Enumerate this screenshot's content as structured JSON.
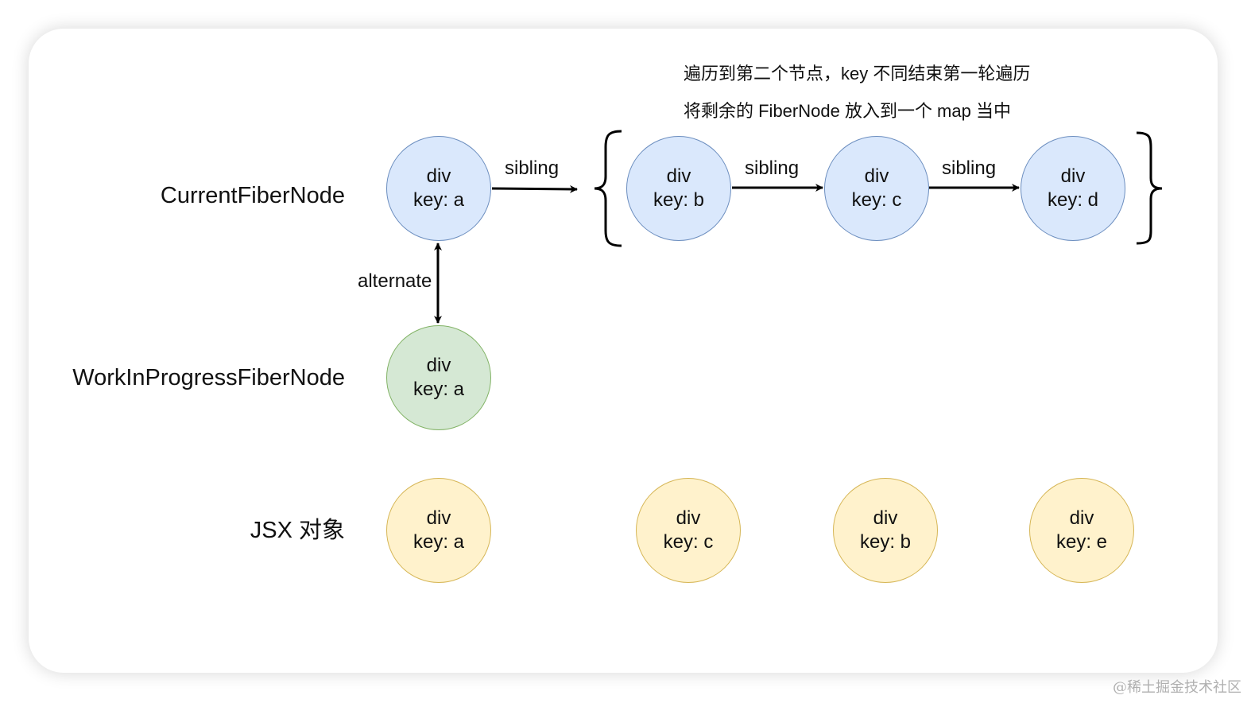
{
  "notes": {
    "line1": "遍历到第二个节点，key 不同结束第一轮遍历",
    "line2": "将剩余的 FiberNode 放入到一个 map 当中"
  },
  "rows": {
    "current": "CurrentFiberNode",
    "wip": "WorkInProgressFiberNode",
    "jsx": "JSX 对象"
  },
  "nodes": {
    "current_a": {
      "type": "div",
      "key": "key: a"
    },
    "current_b": {
      "type": "div",
      "key": "key: b"
    },
    "current_c": {
      "type": "div",
      "key": "key: c"
    },
    "current_d": {
      "type": "div",
      "key": "key: d"
    },
    "wip_a": {
      "type": "div",
      "key": "key: a"
    },
    "jsx_a": {
      "type": "div",
      "key": "key: a"
    },
    "jsx_c": {
      "type": "div",
      "key": "key: c"
    },
    "jsx_b": {
      "type": "div",
      "key": "key: b"
    },
    "jsx_e": {
      "type": "div",
      "key": "key: e"
    }
  },
  "edges": {
    "sibling_1": "sibling",
    "sibling_2": "sibling",
    "sibling_3": "sibling",
    "alternate": "alternate"
  },
  "colors": {
    "current_fill": "#dae8fc",
    "current_stroke": "#6c8ebf",
    "wip_fill": "#d5e8d4",
    "wip_stroke": "#82b366",
    "jsx_fill": "#fff2cc",
    "jsx_stroke": "#d6b656"
  },
  "watermark": "@稀土掘金技术社区"
}
